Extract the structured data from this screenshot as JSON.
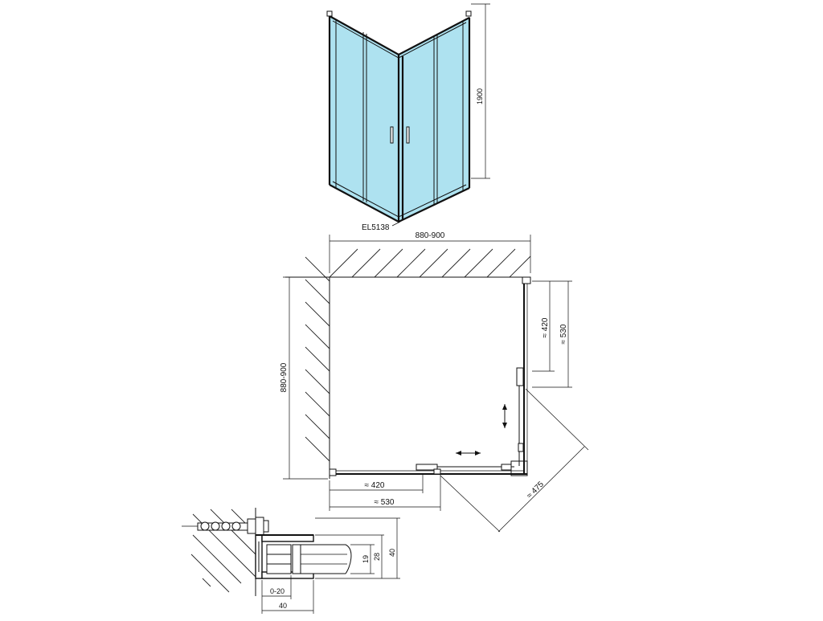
{
  "product_code": "EL5138",
  "perspective": {
    "height_label": "1900"
  },
  "plan": {
    "width_label": "880-900",
    "depth_label": "880-900",
    "right_opening_label": "≈ 420",
    "right_panel_label": "≈ 530",
    "bottom_opening_label": "≈ 420",
    "bottom_panel_label": "≈ 530",
    "diagonal_label": "≈ 475"
  },
  "detail": {
    "adjust_label": "0-20",
    "width_label": "40",
    "profile_label": "19",
    "depth_label": "28",
    "height_label": "40"
  }
}
